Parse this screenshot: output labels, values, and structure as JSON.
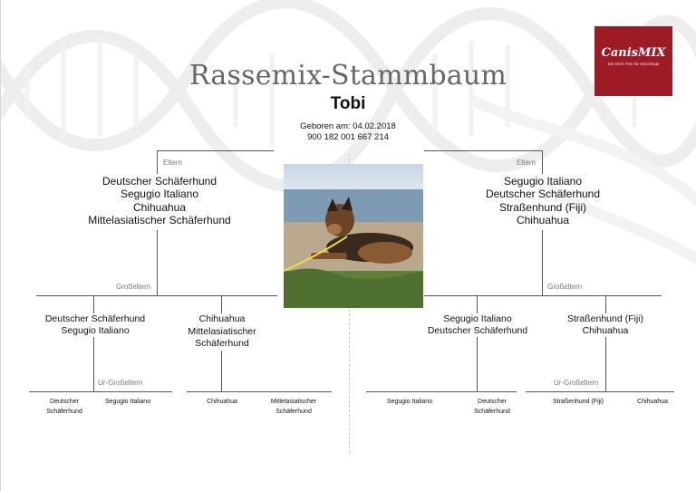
{
  "header": {
    "title": "Rassemix-Stammbaum",
    "dog_name": "Tobi",
    "birth": "Geboren am: 04.02.2018",
    "chip": "900 182 001 667 214"
  },
  "logo": {
    "brand": "CanisMIX",
    "tagline": "Der DNA-Test für Mischlinge"
  },
  "labels": {
    "parents": "Eltern",
    "grandparents": "Großeltern",
    "great_grandparents": "Ur-Großeltern"
  },
  "left": {
    "parent": [
      "Deutscher Schäferhund",
      "Segugio Italiano",
      "Chihuahua",
      "Mittelasiatischer Schäferhund"
    ],
    "gp1": [
      "Deutscher Schäferhund",
      "Segugio Italiano"
    ],
    "gp2": [
      "Chihuahua",
      "Mittelasiatischer",
      "Schäferhund"
    ],
    "ggp": [
      [
        "Deutscher",
        "Schäferhund"
      ],
      [
        "Segugio Italiano"
      ],
      [
        "Chihuahua"
      ],
      [
        "Mittelasiatischer",
        "Schäferhund"
      ]
    ]
  },
  "right": {
    "parent": [
      "Segugio Italiano",
      "Deutscher Schäferhund",
      "Straßenhund (Fiji)",
      "Chihuahua"
    ],
    "gp1": [
      "Segugio Italiano",
      "Deutscher Schäferhund"
    ],
    "gp2": [
      "Straßenhund (Fiji)",
      "Chihuahua"
    ],
    "ggp": [
      [
        "Segugio Italiano"
      ],
      [
        "Deutscher",
        "Schäferhund"
      ],
      [
        "Straßenhund (Fiji)"
      ],
      [
        "Chihuahua"
      ]
    ]
  },
  "colors": {
    "brand": "#9c1b27",
    "lines": "#555555",
    "labels": "#777777",
    "title": "#666666"
  }
}
